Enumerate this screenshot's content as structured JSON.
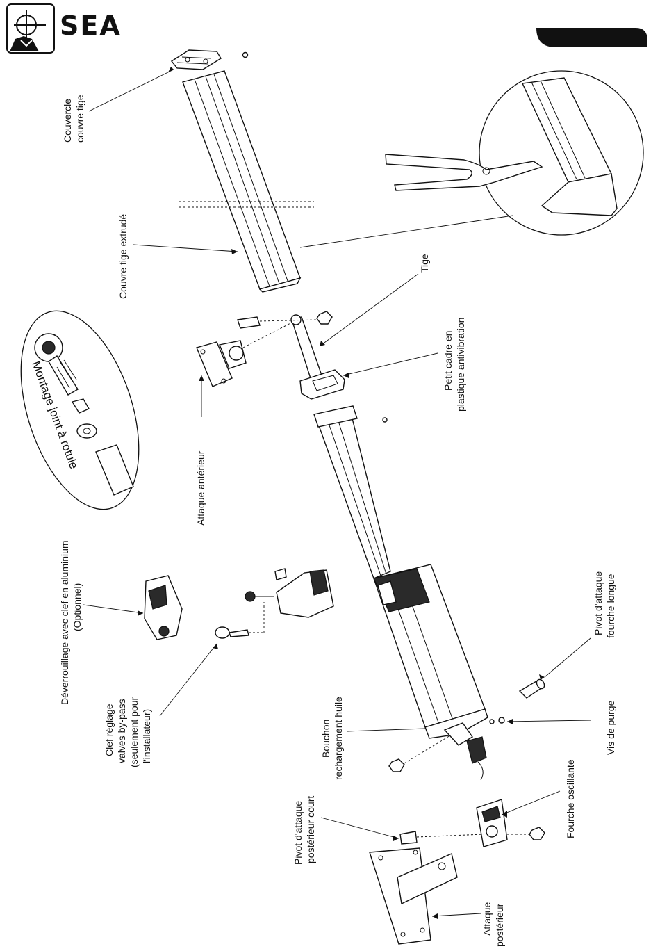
{
  "brand": {
    "name": "SEA"
  },
  "labels": {
    "couvercle_1": "Couvercle",
    "couvercle_2": "couvre tige",
    "couvre_tige_extrude": "Couvre tige extrudé",
    "tige": "Tige",
    "petit_cadre_1": "Petit cadre en",
    "petit_cadre_2": "plastique  antivibration",
    "montage_joint": "Montage joint à rotule",
    "attaque_anterieur": "Attaque antérieur",
    "deverrouillage_1": "Déverrouillage avec clef en aluminium",
    "deverrouillage_2": "(Optionnel)",
    "clef_1": "Clef réglage",
    "clef_2": "valves by-pass",
    "clef_3": "(seulement pour",
    "clef_4": "l'installateur)",
    "bouchon_1": "Bouchon",
    "bouchon_2": "rechargement huile",
    "pivot_long_1": "Pivot d'attaque",
    "pivot_long_2": "fourche longue",
    "vis_purge": "Vis de purge",
    "fourche": "Fourche oscillante",
    "pivot_court_1": "Pivot d'attaque",
    "pivot_court_2": "postérieur court",
    "attaque_post_1": "Attaque",
    "attaque_post_2": "postérieur"
  }
}
